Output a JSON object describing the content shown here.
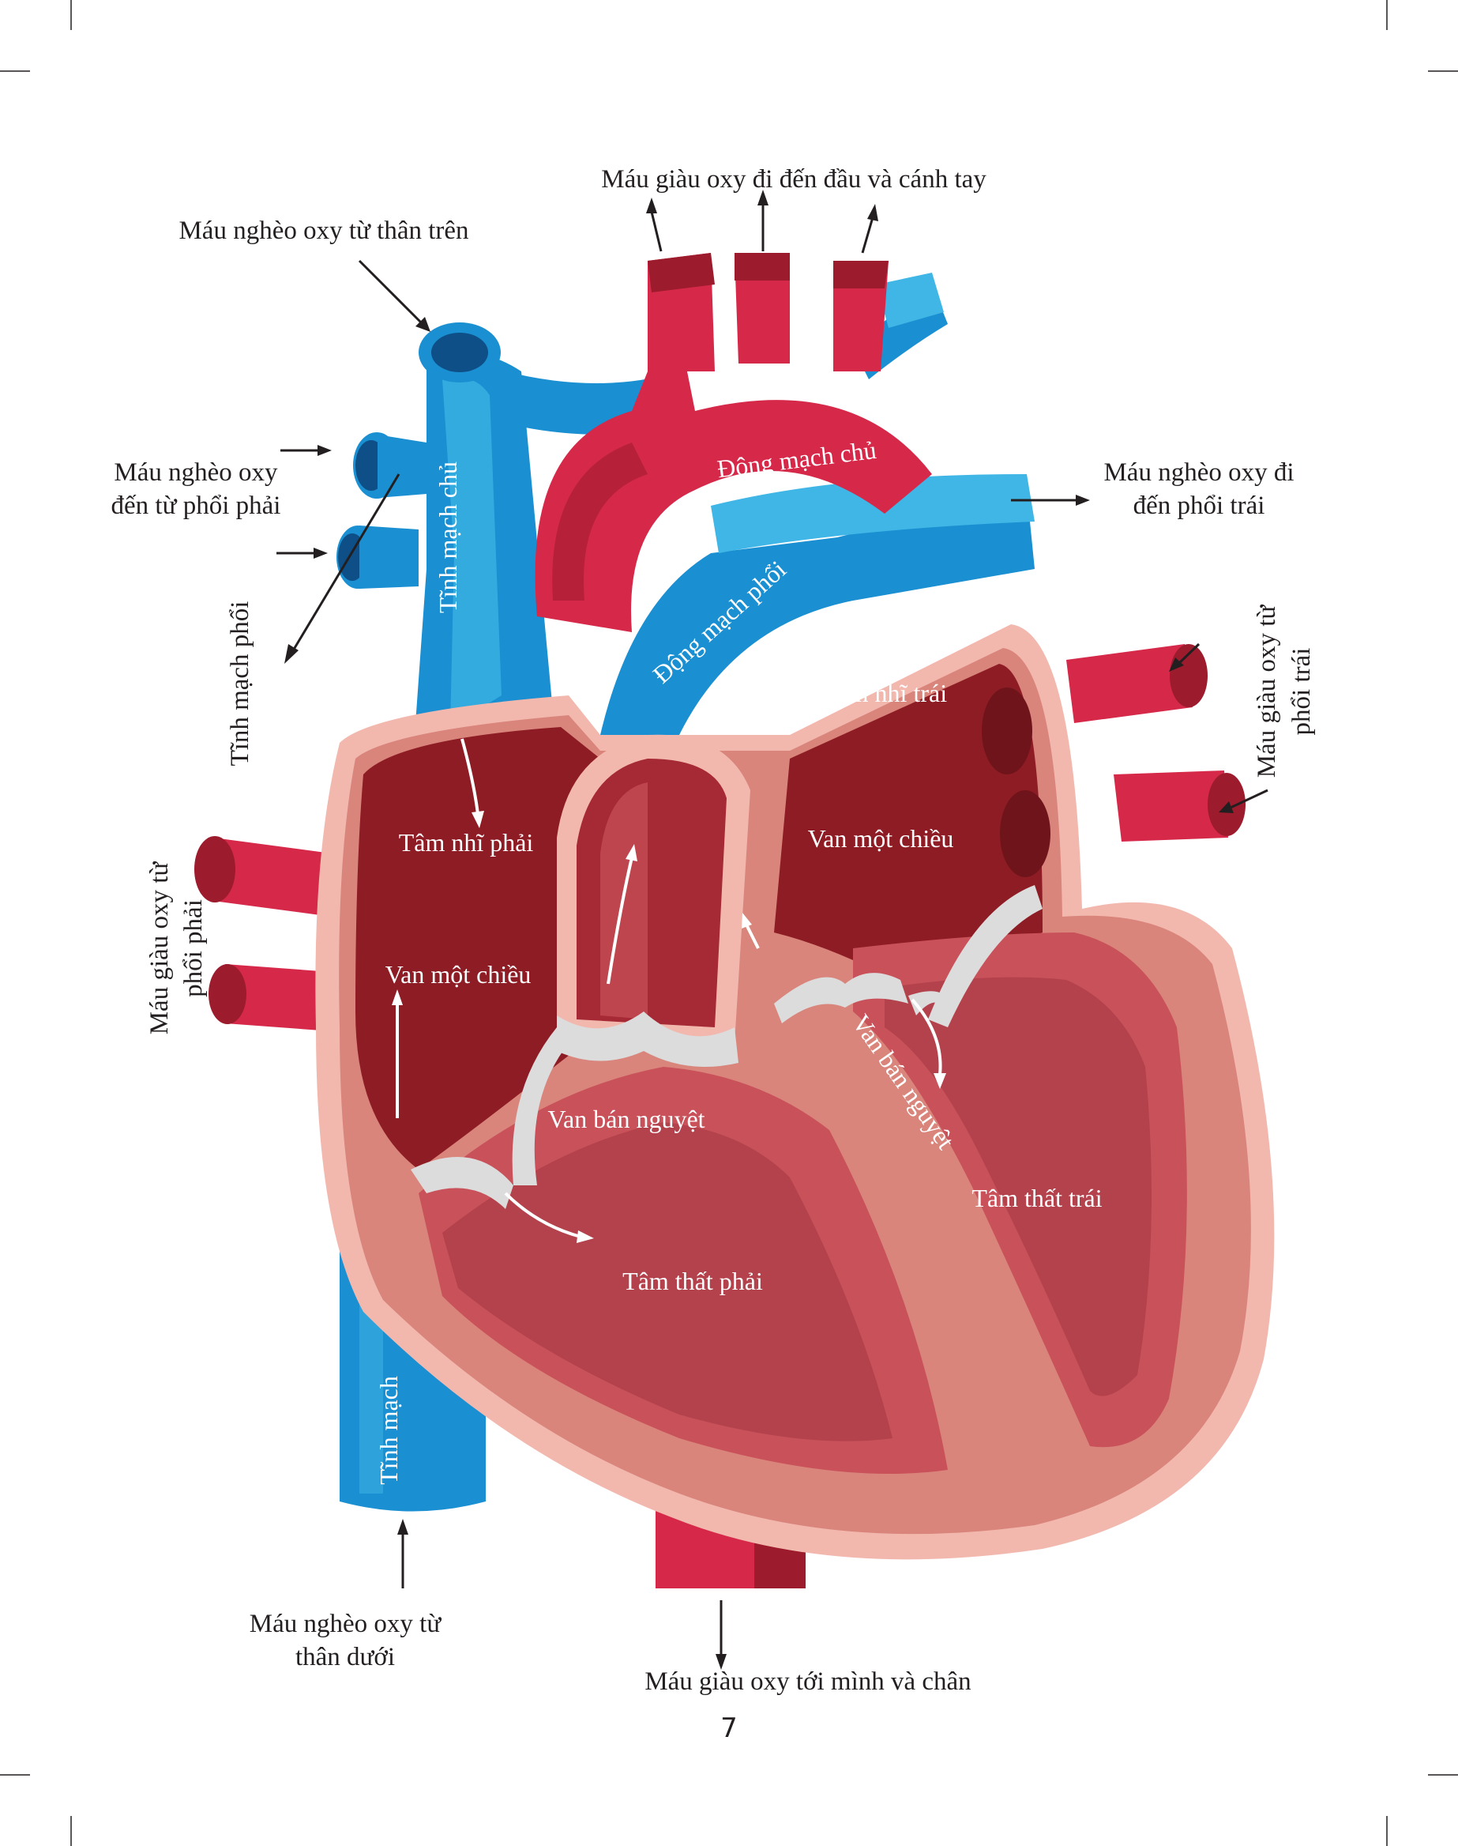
{
  "colors": {
    "vein_blue": "#1a8fd1",
    "vein_light": "#3fb6e6",
    "artery_red": "#d6294a",
    "artery_dark": "#9c1b2c",
    "chamber_dark": "#8e1c24",
    "chamber_mid": "#c9515a",
    "wall_pink": "#f2b8ae",
    "valve_gray": "#dcdcdc"
  },
  "labels": {
    "top_center": "Máu giàu oxy đi đến đầu và cánh tay",
    "top_left": "Máu nghèo oxy từ thân trên",
    "left_lung_in_line1": "Máu nghèo oxy",
    "left_lung_in_line2": "đến từ phổi phải",
    "right_lung_out_line1": "Máu nghèo oxy  đi",
    "right_lung_out_line2": "đến phổi trái",
    "pulmonary_vein_left": "Tĩnh mạch phổi",
    "right_oxy_left_line1": "Máu giàu oxy từ",
    "right_oxy_left_line2": "phổi trái",
    "left_oxy_right_line1": "Máu giàu oxy  từ",
    "left_oxy_right_line2": "phổi phải",
    "bottom_left_line1": "Máu nghèo oxy từ",
    "bottom_left_line2": "thân dưới",
    "bottom_center": "Máu giàu oxy tới mình và chân",
    "page_number": "7"
  },
  "inner_labels": {
    "aorta": "Động mạch chủ",
    "vena_cava": "Tĩnh mạch chủ",
    "pulmonary_artery": "Động mạch phổi",
    "left_atrium": "Tâm nhĩ trái",
    "right_atrium": "Tâm nhĩ phải",
    "valve_left": "Van một chiều",
    "valve_right": "Van một chiều",
    "pulmonary_vein_inner": "Tĩnh mạch phổi",
    "semilunar_left": "Van bán nguyệt",
    "semilunar_right": "Van bán nguyệt",
    "left_ventricle": "Tâm thất trái",
    "right_ventricle": "Tâm thất phải",
    "inferior_vena": "Tĩnh mạch"
  }
}
